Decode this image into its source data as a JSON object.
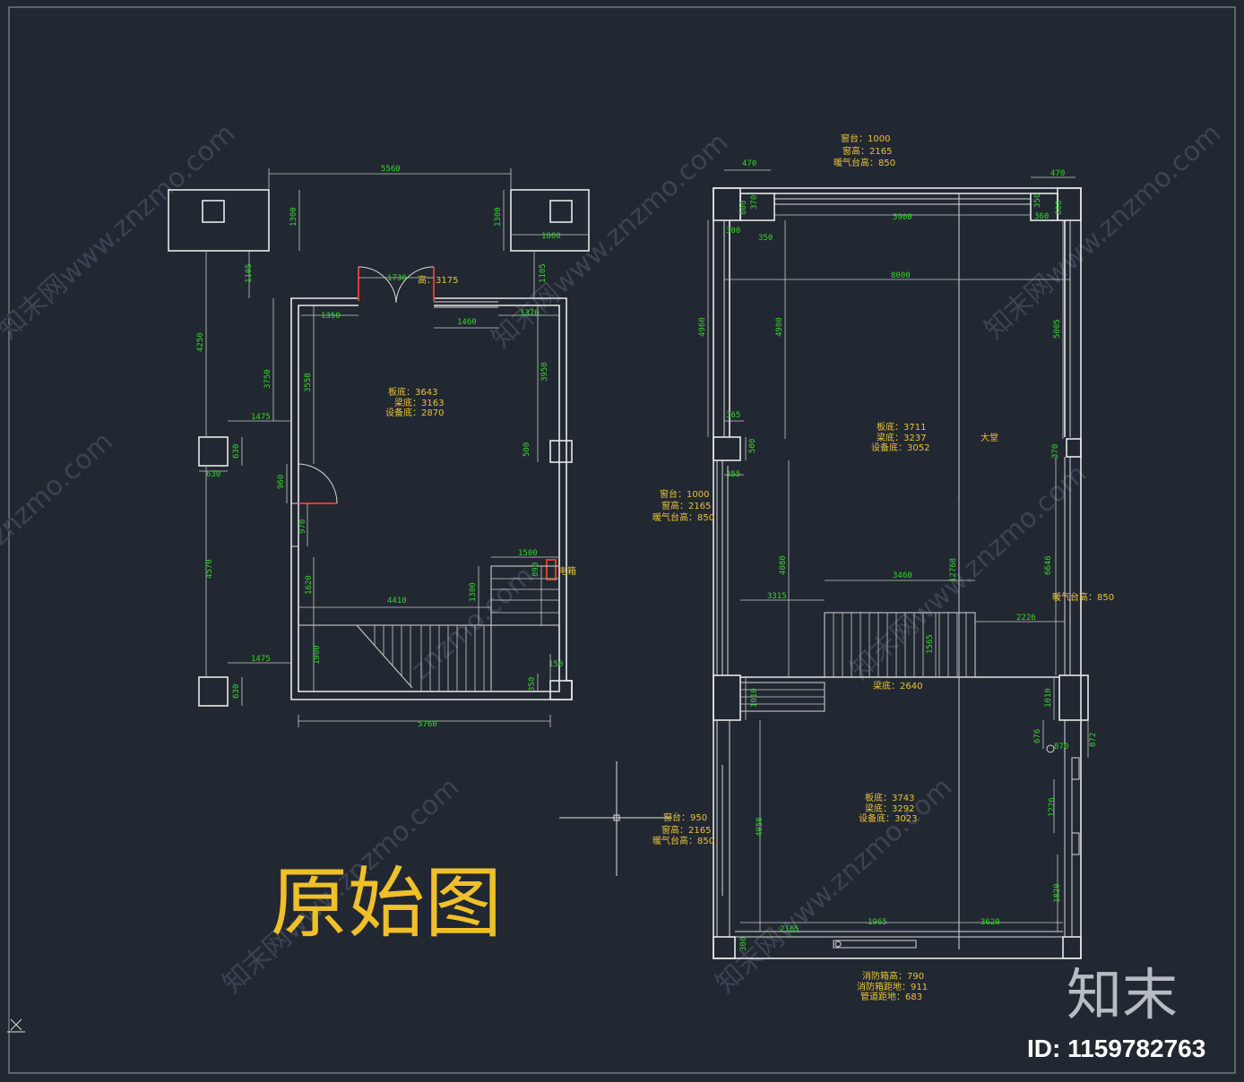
{
  "title": "原始图",
  "brand": "知末",
  "id_label": "ID: 1159782763",
  "watermark": "znzmo.com",
  "watermark_cn": "知末网www.znzmo.com",
  "colors": {
    "background": "#222831",
    "wall": "#e8e8e8",
    "dimension_text": "#35d62b",
    "annotation_text": "#e8c23a",
    "door_red": "#e23a2a"
  },
  "left_plan": {
    "dims": {
      "top_overall": "5560",
      "col_h_left": "1300",
      "col_h_right": "1300",
      "col_w_right": "1800",
      "gap_left": "1105",
      "gap_right": "1105",
      "door_width": "1730",
      "height_label": "高：3175",
      "seg_1350": "1350",
      "seg_1460": "1460",
      "seg_1370": "1370",
      "left_4250": "4250",
      "left_3750": "3750",
      "left_3558": "3558",
      "right_3950": "3950",
      "pillar_1475_top": "1475",
      "pillar_630_h": "630",
      "pillar_630_w": "630",
      "door_960": "960",
      "window_970": "970",
      "left_4570": "4570",
      "side_1620": "1620",
      "width_4410": "4410",
      "stair_1300": "1300",
      "stair_1500": "1500",
      "stair_890": "890",
      "right_500": "500",
      "pillar_1475_bot": "1475",
      "pillar_630_bot": "630",
      "bottom_1900": "1900",
      "right_150": "150",
      "right_350": "350",
      "bottom_overall": "5760"
    },
    "notes": {
      "slab": "板底：3643",
      "beam": "梁底：3163",
      "equip": "设备底：2870",
      "elec_box": "电箱"
    }
  },
  "right_plan": {
    "top_notes": [
      "窗台：1000",
      "窗高：2165",
      "暖气台高：850"
    ],
    "dims": {
      "top_470_left": "470",
      "top_470_right": "470",
      "v_800_left": "800",
      "v_370_left": "370",
      "v_800_right": "800",
      "v_350_right": "350",
      "inner_5900": "5900",
      "h_300": "300",
      "h_350": "350",
      "h_360": "360",
      "overall_8000": "8000",
      "left_4960": "4960",
      "left_4900": "4900",
      "right_5005": "5005",
      "p_365": "365",
      "p_500": "500",
      "p_355": "355",
      "right_370": "370",
      "mid_4080": "4080",
      "mid_12768": "12768",
      "stair_3460": "3460",
      "stair_3315": "3315",
      "right_6646": "6646",
      "stair_2226": "2226",
      "stair_1565": "1565",
      "col_1010_left": "1010",
      "col_1010_right": "1010",
      "d_676": "676",
      "d_870": "870",
      "d_872": "872",
      "v_4958": "4958",
      "right_1226": "1226",
      "right_1820": "1820",
      "b_2165": "2165",
      "b_1965": "1965",
      "b_3620": "3620",
      "b_300": "300"
    },
    "upper_notes": [
      "板底：3711",
      "梁底：3237",
      "设备底：3052"
    ],
    "hall": "大堂",
    "left_window_notes": [
      "窗台：1000",
      "窗高：2165",
      "暖气台高：850"
    ],
    "radiator_right": "暖气台高：850",
    "beam_mid": "梁底：2640",
    "lower_notes": [
      "板底：3743",
      "梁底：3292",
      "设备底：3023"
    ],
    "lower_window_notes": [
      "窗台：950",
      "窗高：2165",
      "暖气台高：850"
    ],
    "bottom_notes": [
      "消防箱高：790",
      "消防箱距地：911",
      "管道距地：683"
    ]
  }
}
